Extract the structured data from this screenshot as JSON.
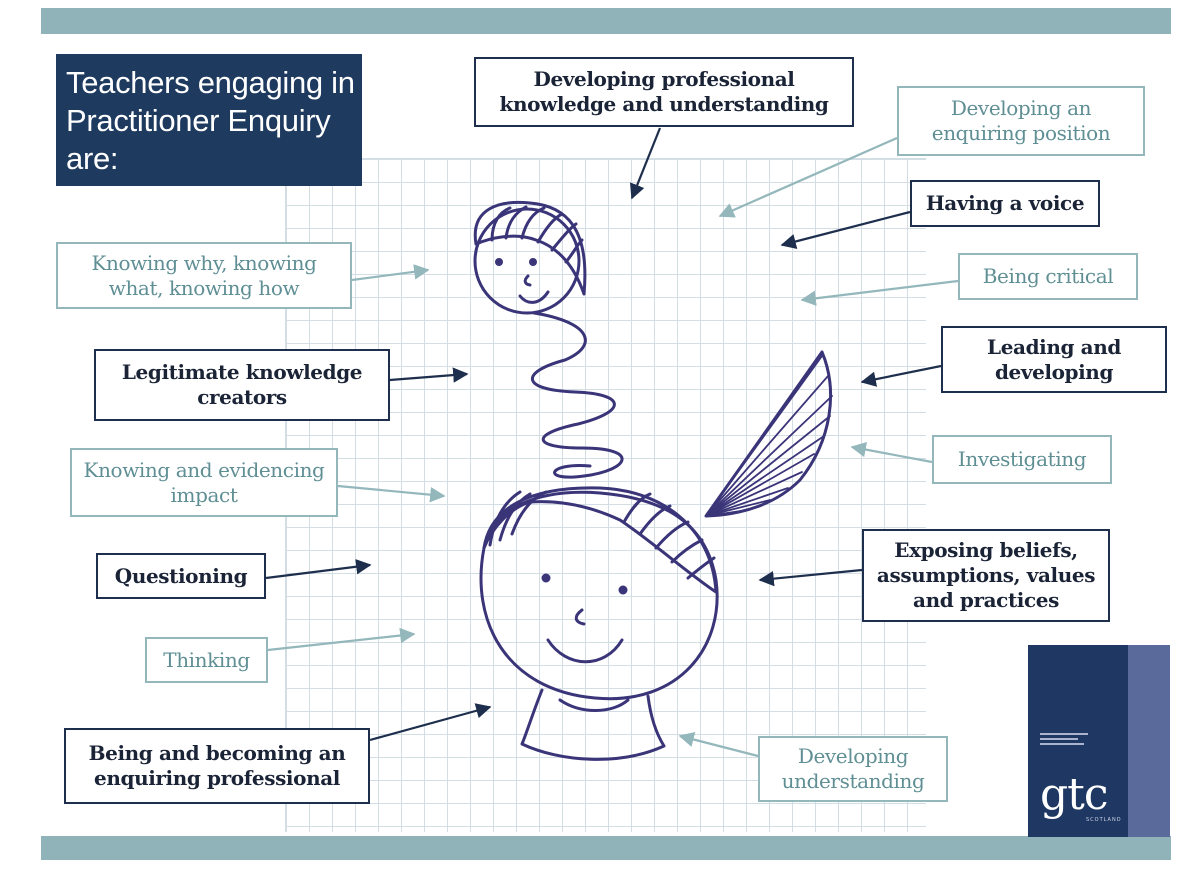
{
  "title": "Teachers engaging in Practitioner Enquiry are:",
  "labels": {
    "developing_professional_knowledge": "Developing professional knowledge and understanding",
    "developing_enquiring_position": "Developing an enquiring position",
    "having_a_voice": "Having a voice",
    "being_critical": "Being critical",
    "leading_and_developing": "Leading and developing",
    "investigating": "Investigating",
    "exposing_beliefs": "Exposing beliefs, assumptions, values and practices",
    "developing_understanding": "Developing understanding",
    "knowing_why": "Knowing why, knowing what, knowing how",
    "legitimate_knowledge_creators": "Legitimate knowledge creators",
    "knowing_and_evidencing_impact": "Knowing and evidencing impact",
    "questioning": "Questioning",
    "thinking": "Thinking",
    "being_and_becoming": "Being and becoming an enquiring professional"
  },
  "logo": {
    "text": "gtc",
    "subtext": "SCOTLAND"
  },
  "colors": {
    "navy": "#1e3a5f",
    "dark_border": "#1e2f4d",
    "teal": "#93b7bb",
    "teal_text": "#5f8f94",
    "band": "#8fb3b8",
    "ink": "#3a3478",
    "grid": "#d3dde4"
  }
}
